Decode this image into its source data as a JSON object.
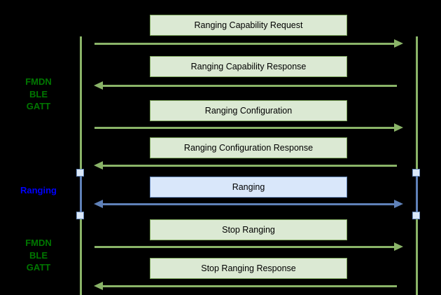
{
  "diagram_type": "sequence-diagram",
  "colors": {
    "background": "#000000",
    "green_box_fill": "#dbe9d3",
    "green_box_border": "#7fa95e",
    "green_arrow": "#8ab468",
    "blue_box_fill": "#d9e7fa",
    "blue_box_border": "#6c8ebf",
    "blue_arrow": "#5f81b8",
    "node_fill": "#dbe8f8",
    "node_border": "#6c8ebf",
    "phase_label_green": "#007700",
    "phase_label_blue": "#0000ff"
  },
  "side_labels": [
    {
      "id": "fmdn-ble-gatt-top",
      "lines": [
        "FMDN",
        "BLE",
        "GATT"
      ],
      "color": "green"
    },
    {
      "id": "ranging",
      "lines": [
        "Ranging"
      ],
      "color": "blue"
    },
    {
      "id": "fmdn-ble-gatt-bottom",
      "lines": [
        "FMDN",
        "BLE",
        "GATT"
      ],
      "color": "green"
    }
  ],
  "messages": [
    {
      "label": "Ranging Capability Request",
      "direction": "right",
      "color": "green"
    },
    {
      "label": "Ranging Capability Response",
      "direction": "left",
      "color": "green"
    },
    {
      "label": "Ranging Configuration",
      "direction": "right",
      "color": "green"
    },
    {
      "label": "Ranging Configuration Response",
      "direction": "left",
      "color": "green"
    },
    {
      "label": "Ranging",
      "direction": "both",
      "color": "blue"
    },
    {
      "label": "Stop Ranging",
      "direction": "right",
      "color": "green"
    },
    {
      "label": "Stop Ranging Response",
      "direction": "left",
      "color": "green"
    }
  ]
}
